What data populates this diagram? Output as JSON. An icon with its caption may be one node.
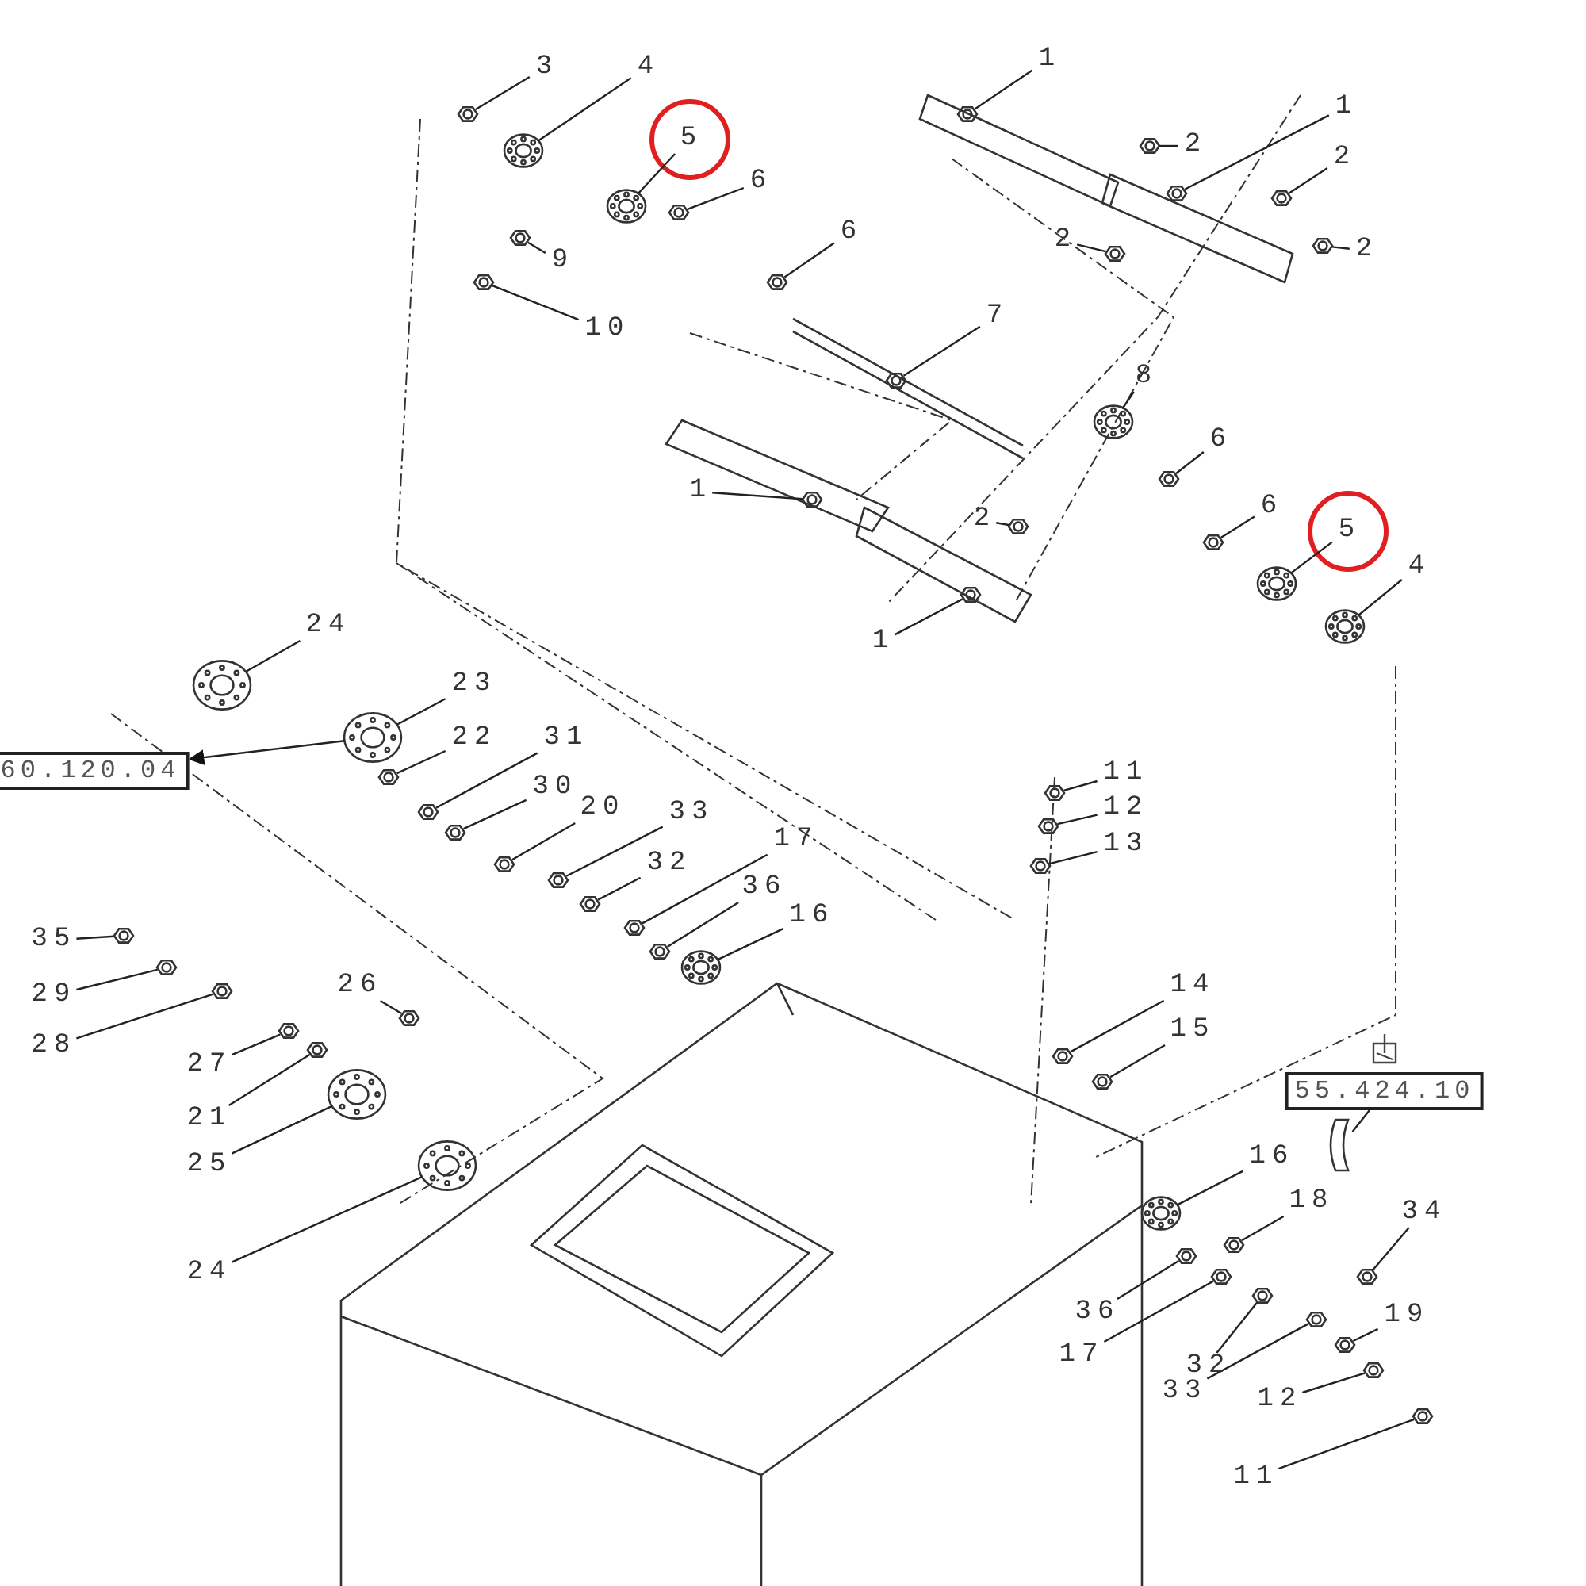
{
  "diagram": {
    "nodes": [
      {
        "text": [
          "3"
        ]
      },
      {
        "text": [
          "4"
        ]
      },
      {
        "text": [
          "5"
        ]
      },
      {
        "text": [
          "6"
        ]
      },
      {
        "text": [
          "9"
        ]
      },
      {
        "text": [
          "10"
        ]
      },
      {
        "text": [
          "6"
        ]
      },
      {
        "text": [
          "7"
        ]
      },
      {
        "text": [
          "1"
        ]
      },
      {
        "text": [
          "2"
        ]
      },
      {
        "text": [
          "1"
        ]
      },
      {
        "text": [
          "2"
        ]
      },
      {
        "text": [
          "2"
        ]
      },
      {
        "text": [
          "2"
        ]
      },
      {
        "text": [
          "8"
        ]
      },
      {
        "text": [
          "1"
        ]
      },
      {
        "text": [
          "2"
        ]
      },
      {
        "text": [
          "6"
        ]
      },
      {
        "text": [
          "6"
        ]
      },
      {
        "text": [
          "5"
        ]
      },
      {
        "text": [
          "4"
        ]
      },
      {
        "text": [
          "1"
        ]
      },
      {
        "text": [
          "24"
        ]
      },
      {
        "text": [
          "23"
        ]
      },
      {
        "text": [
          "22"
        ]
      },
      {
        "text": [
          "31"
        ]
      },
      {
        "text": [
          "30"
        ]
      },
      {
        "text": [
          "20"
        ]
      },
      {
        "text": [
          "33"
        ]
      },
      {
        "text": [
          "32"
        ]
      },
      {
        "text": [
          "17"
        ]
      },
      {
        "text": [
          "36"
        ]
      },
      {
        "text": [
          "16"
        ]
      },
      {
        "text": [
          "35"
        ]
      },
      {
        "text": [
          "29"
        ]
      },
      {
        "text": [
          "28"
        ]
      },
      {
        "text": [
          "27"
        ]
      },
      {
        "text": [
          "21"
        ]
      },
      {
        "text": [
          "26"
        ]
      },
      {
        "text": [
          "25"
        ]
      },
      {
        "text": [
          "24"
        ]
      },
      {
        "text": [
          "11"
        ]
      },
      {
        "text": [
          "12"
        ]
      },
      {
        "text": [
          "13"
        ]
      },
      {
        "text": [
          "14"
        ]
      },
      {
        "text": [
          "15"
        ]
      },
      {
        "text": [
          "16"
        ]
      },
      {
        "text": [
          "18"
        ]
      },
      {
        "text": [
          "34"
        ]
      },
      {
        "text": [
          "36"
        ]
      },
      {
        "text": [
          "17"
        ]
      },
      {
        "text": [
          "32"
        ]
      },
      {
        "text": [
          "33"
        ]
      },
      {
        "text": [
          "19"
        ]
      },
      {
        "text": [
          "12"
        ]
      },
      {
        "text": [
          "11"
        ]
      },
      {
        "text": [
          "60.120.04"
        ]
      },
      {
        "text": [
          "55.424.10"
        ]
      },
      {
        "text": [],
        "shape": "picture"
      },
      {
        "text": [],
        "shape": "picture"
      },
      {
        "text": [],
        "shape": "picture"
      },
      {
        "text": [],
        "shape": "picture"
      },
      {
        "text": [],
        "shape": "picture"
      },
      {
        "text": [],
        "shape": "picture"
      },
      {
        "text": [],
        "shape": "picture"
      },
      {
        "text": [],
        "shape": "picture"
      },
      {
        "text": [],
        "shape": "picture"
      },
      {
        "text": [],
        "shape": "picture"
      },
      {
        "text": [],
        "shape": "picture"
      },
      {
        "text": [],
        "shape": "picture"
      },
      {
        "text": [],
        "shape": "picture"
      },
      {
        "text": [],
        "shape": "picture"
      },
      {
        "text": [],
        "shape": "picture"
      },
      {
        "text": [],
        "shape": "picture"
      },
      {
        "text": [],
        "shape": "picture"
      },
      {
        "text": [],
        "shape": "picture"
      },
      {
        "text": [],
        "shape": "picture"
      },
      {
        "text": [],
        "shape": "picture"
      },
      {
        "text": [],
        "shape": "picture"
      },
      {
        "text": [],
        "shape": "picture"
      },
      {
        "text": [],
        "shape": "picture"
      },
      {
        "text": [],
        "shape": "picture"
      },
      {
        "text": [],
        "shape": "picture"
      },
      {
        "text": [],
        "shape": "picture"
      },
      {
        "text": [],
        "shape": "picture"
      },
      {
        "text": [],
        "shape": "picture"
      },
      {
        "text": [],
        "shape": "picture"
      },
      {
        "text": [],
        "shape": "picture"
      },
      {
        "text": [],
        "shape": "picture"
      },
      {
        "text": [],
        "shape": "picture"
      },
      {
        "text": [],
        "shape": "picture"
      },
      {
        "text": [],
        "shape": "picture"
      },
      {
        "text": [],
        "shape": "picture"
      },
      {
        "text": [],
        "shape": "picture"
      },
      {
        "text": [],
        "shape": "picture"
      },
      {
        "text": [],
        "shape": "picture"
      },
      {
        "text": [],
        "shape": "picture"
      },
      {
        "text": [],
        "shape": "picture"
      },
      {
        "text": [],
        "shape": "picture"
      },
      {
        "text": [],
        "shape": "picture"
      },
      {
        "text": [],
        "shape": "picture"
      },
      {
        "text": [],
        "shape": "picture"
      },
      {
        "text": [],
        "shape": "picture"
      },
      {
        "text": [],
        "shape": "picture"
      },
      {
        "text": [],
        "shape": "picture"
      },
      {
        "text": [],
        "shape": "picture"
      },
      {
        "text": [],
        "shape": "picture"
      },
      {
        "text": [],
        "shape": "picture"
      },
      {
        "text": [],
        "shape": "picture"
      },
      {
        "text": [],
        "shape": "picture"
      },
      {
        "text": [],
        "shape": "picture"
      },
      {
        "text": [],
        "shape": "picture"
      },
      {
        "text": [],
        "shape": "picture"
      },
      {
        "text": [],
        "shape": "picture"
      },
      {
        "text": [],
        "shape": "picture"
      }
    ],
    "edges": [
      {
        "from": 0,
        "to": 58,
        "arrow": "none"
      },
      {
        "from": 1,
        "to": 59,
        "arrow": "none"
      },
      {
        "from": 2,
        "to": 60,
        "arrow": "none"
      },
      {
        "from": 3,
        "to": 61,
        "arrow": "none"
      },
      {
        "from": 4,
        "to": 62,
        "arrow": "none"
      },
      {
        "from": 5,
        "to": 63,
        "arrow": "none"
      },
      {
        "from": 6,
        "to": 64,
        "arrow": "none"
      },
      {
        "from": 7,
        "to": 65,
        "arrow": "none"
      },
      {
        "from": 8,
        "to": 66,
        "arrow": "none"
      },
      {
        "from": 9,
        "to": 67,
        "arrow": "none"
      },
      {
        "from": 10,
        "to": 68,
        "arrow": "none"
      },
      {
        "from": 11,
        "to": 69,
        "arrow": "none"
      },
      {
        "from": 12,
        "to": 70,
        "arrow": "none"
      },
      {
        "from": 13,
        "to": 71,
        "arrow": "none"
      },
      {
        "from": 14,
        "to": 72,
        "arrow": "none"
      },
      {
        "from": 15,
        "to": 73,
        "arrow": "none"
      },
      {
        "from": 16,
        "to": 74,
        "arrow": "none"
      },
      {
        "from": 17,
        "to": 75,
        "arrow": "none"
      },
      {
        "from": 18,
        "to": 76,
        "arrow": "none"
      },
      {
        "from": 19,
        "to": 77,
        "arrow": "none"
      },
      {
        "from": 20,
        "to": 78,
        "arrow": "none"
      },
      {
        "from": 21,
        "to": 79,
        "arrow": "none"
      },
      {
        "from": 22,
        "to": 80,
        "arrow": "none"
      },
      {
        "from": 23,
        "to": 81,
        "arrow": "none"
      },
      {
        "from": 24,
        "to": 82,
        "arrow": "none"
      },
      {
        "from": 25,
        "to": 83,
        "arrow": "none"
      },
      {
        "from": 26,
        "to": 84,
        "arrow": "none"
      },
      {
        "from": 27,
        "to": 85,
        "arrow": "none"
      },
      {
        "from": 28,
        "to": 86,
        "arrow": "none"
      },
      {
        "from": 29,
        "to": 87,
        "arrow": "none"
      },
      {
        "from": 30,
        "to": 88,
        "arrow": "none"
      },
      {
        "from": 31,
        "to": 89,
        "arrow": "none"
      },
      {
        "from": 32,
        "to": 90,
        "arrow": "none"
      },
      {
        "from": 33,
        "to": 91,
        "arrow": "none"
      },
      {
        "from": 34,
        "to": 92,
        "arrow": "none"
      },
      {
        "from": 35,
        "to": 93,
        "arrow": "none"
      },
      {
        "from": 36,
        "to": 94,
        "arrow": "none"
      },
      {
        "from": 37,
        "to": 95,
        "arrow": "none"
      },
      {
        "from": 38,
        "to": 96,
        "arrow": "none"
      },
      {
        "from": 39,
        "to": 97,
        "arrow": "none"
      },
      {
        "from": 40,
        "to": 98,
        "arrow": "none"
      },
      {
        "from": 41,
        "to": 99,
        "arrow": "none"
      },
      {
        "from": 42,
        "to": 100,
        "arrow": "none"
      },
      {
        "from": 43,
        "to": 101,
        "arrow": "none"
      },
      {
        "from": 44,
        "to": 102,
        "arrow": "none"
      },
      {
        "from": 45,
        "to": 103,
        "arrow": "none"
      },
      {
        "from": 46,
        "to": 104,
        "arrow": "none"
      },
      {
        "from": 47,
        "to": 105,
        "arrow": "none"
      },
      {
        "from": 48,
        "to": 106,
        "arrow": "none"
      },
      {
        "from": 49,
        "to": 107,
        "arrow": "none"
      },
      {
        "from": 50,
        "to": 108,
        "arrow": "none"
      },
      {
        "from": 51,
        "to": 109,
        "arrow": "none"
      },
      {
        "from": 52,
        "to": 110,
        "arrow": "none"
      },
      {
        "from": 53,
        "to": 111,
        "arrow": "none"
      },
      {
        "from": 54,
        "to": 112,
        "arrow": "none"
      },
      {
        "from": 55,
        "to": 113,
        "arrow": "none"
      },
      {
        "from": 81,
        "to": 56,
        "arrow": "to"
      },
      {
        "from": 57,
        "to": 114,
        "arrow": "none"
      }
    ]
  }
}
